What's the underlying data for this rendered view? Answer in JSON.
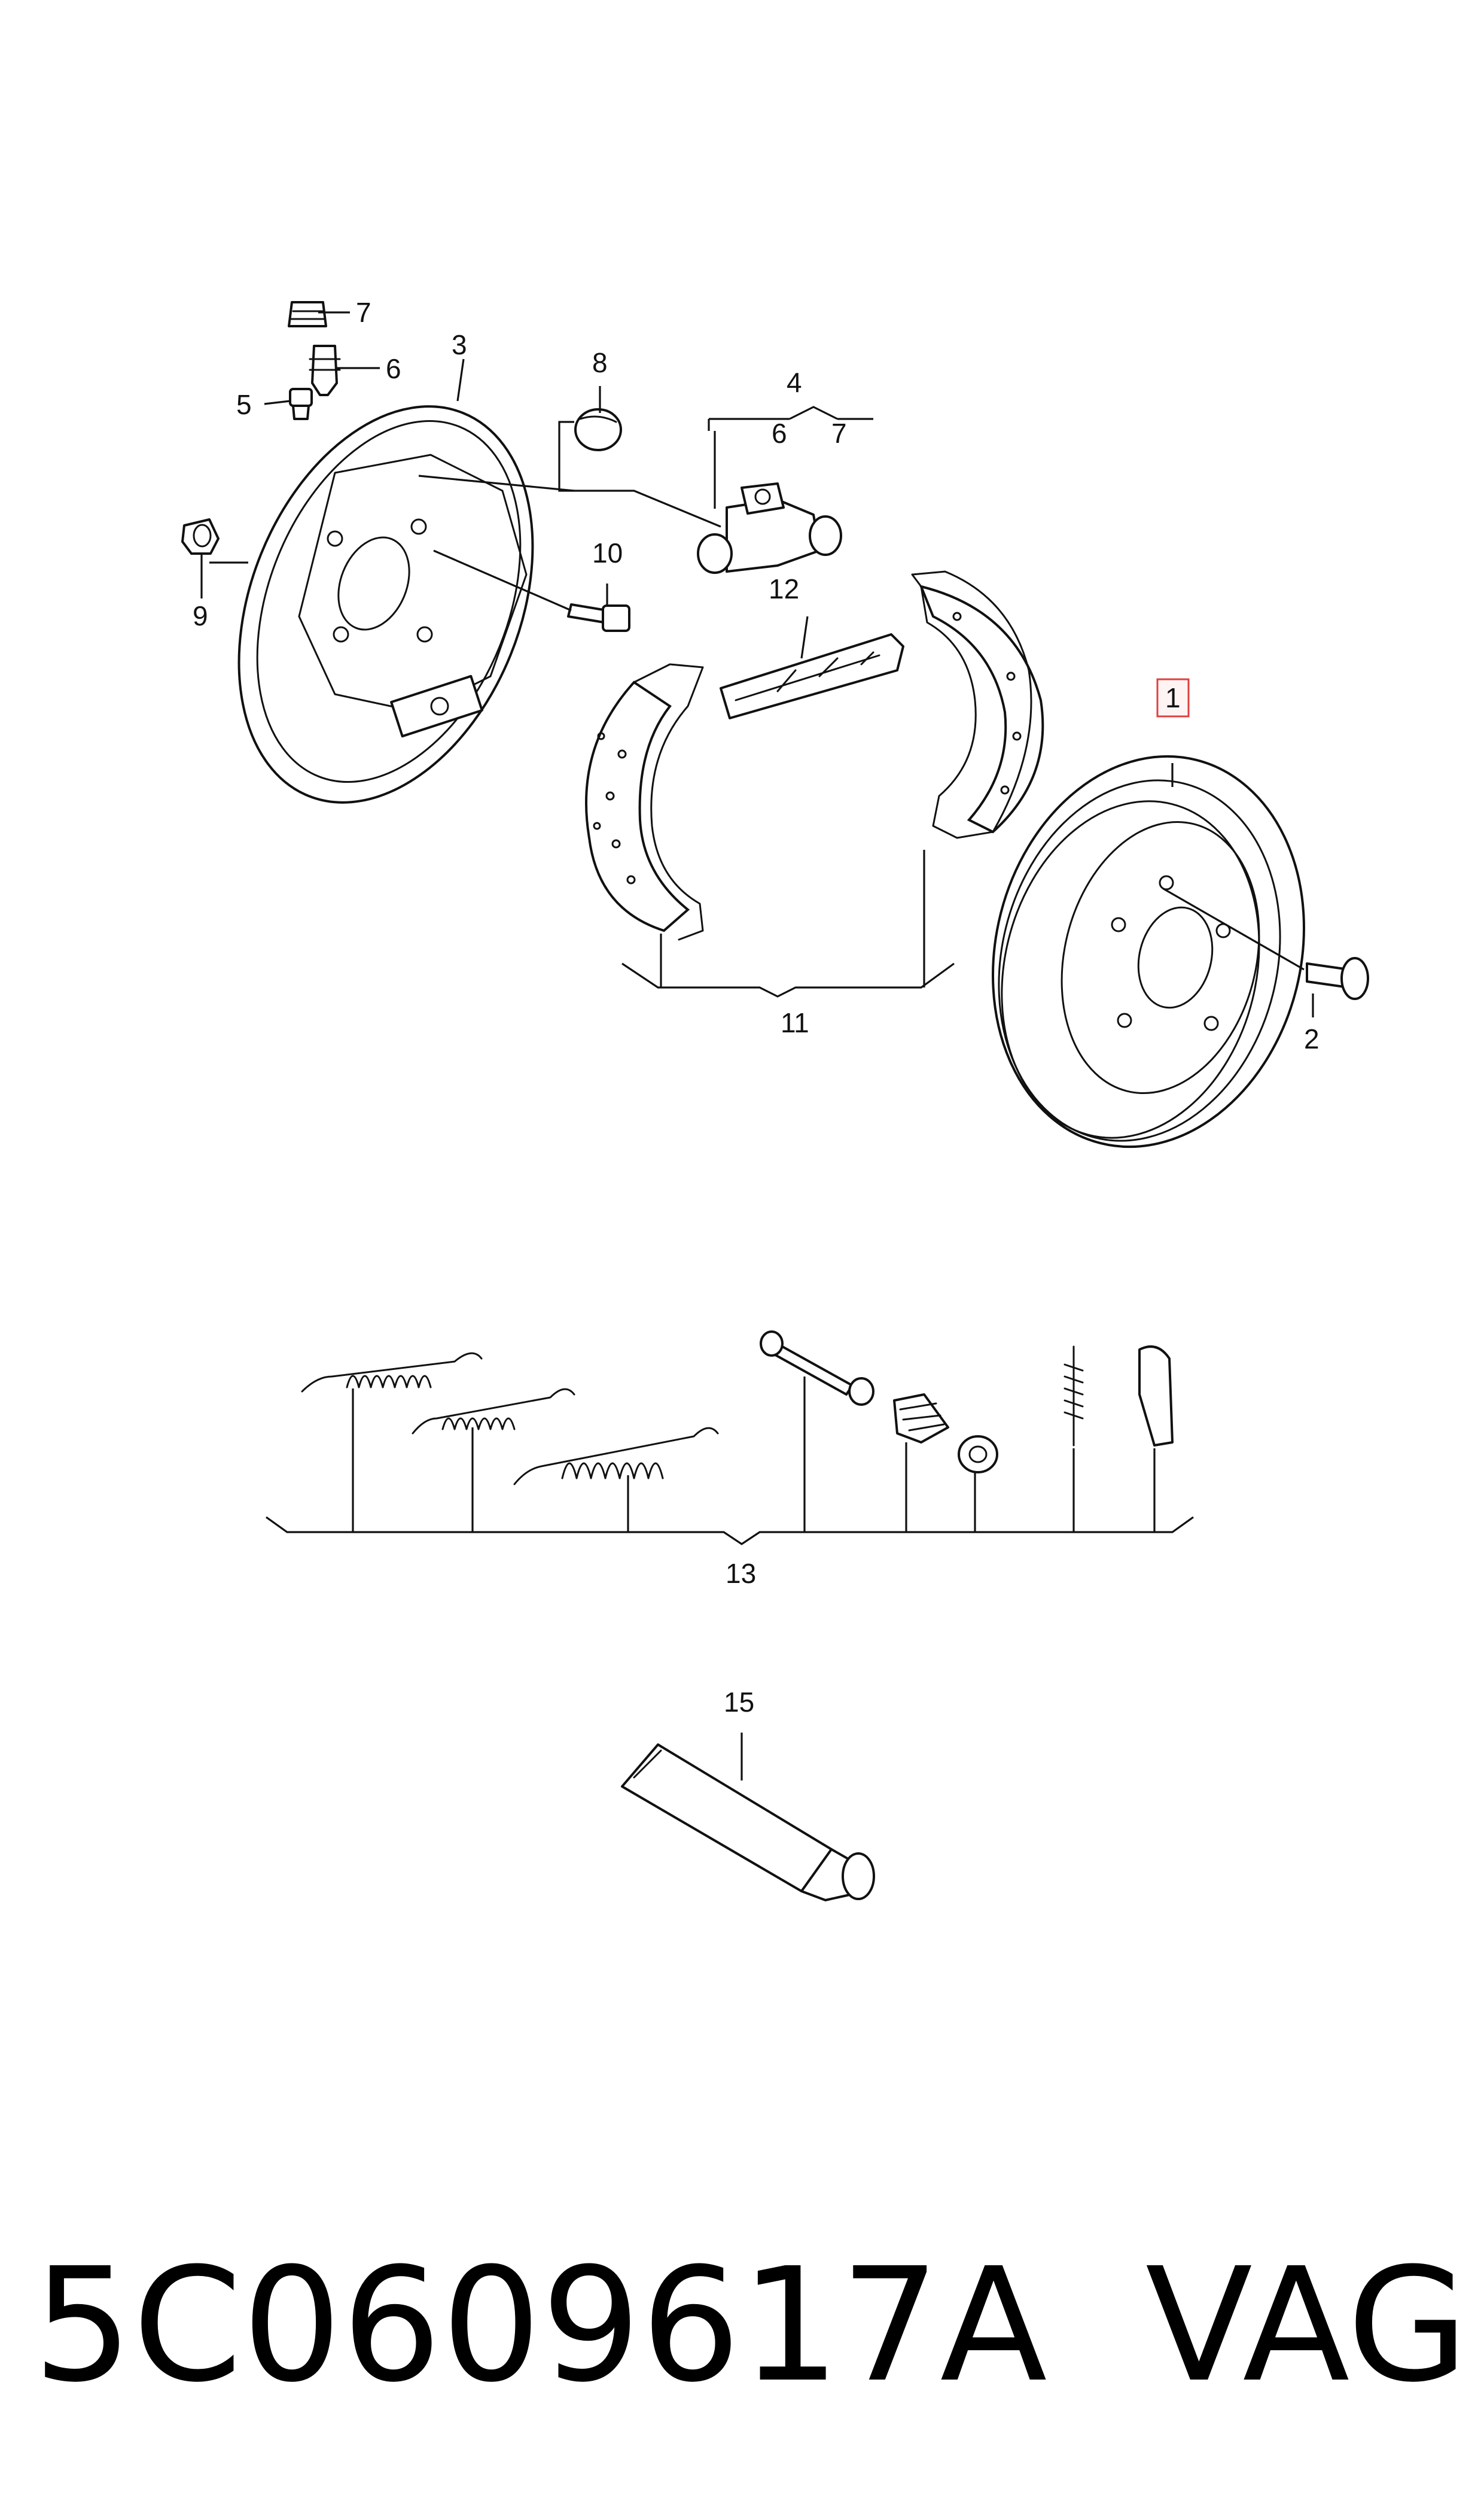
{
  "callouts": {
    "c1": "1",
    "c2": "2",
    "c3": "3",
    "c4": "4",
    "c4_sub_6": "6",
    "c4_sub_7": "7",
    "c5": "5",
    "c6": "6",
    "c7": "7",
    "c8": "8",
    "c9": "9",
    "c10": "10",
    "c11": "11",
    "c12": "12",
    "c13": "13",
    "c15": "15"
  },
  "highlight_color": "#e04040",
  "footer": {
    "part_number": "5C0609617A",
    "brand": "VAG"
  }
}
